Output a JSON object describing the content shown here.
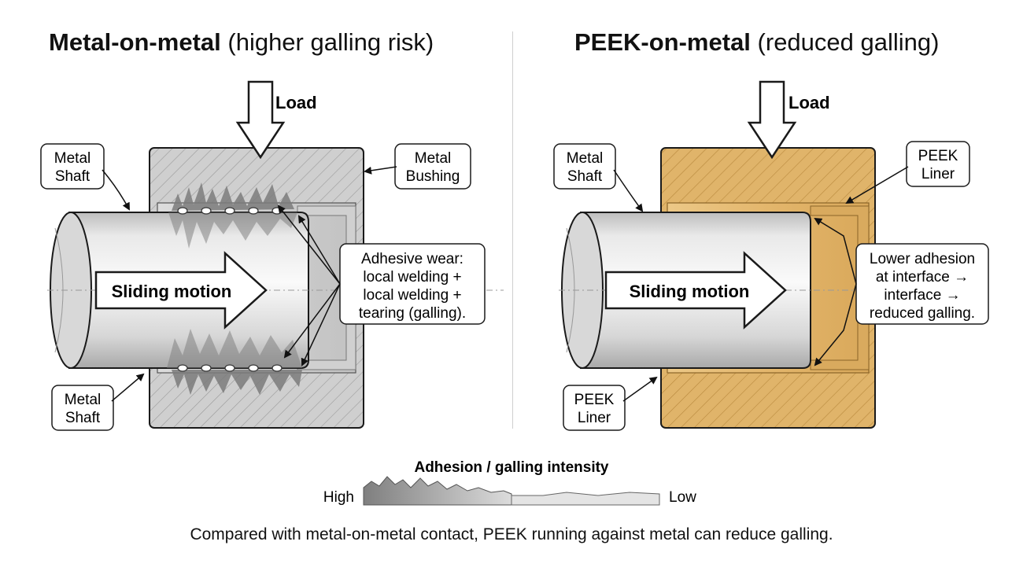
{
  "left_panel": {
    "title_bold": "Metal-on-metal",
    "title_rest": "(higher galling risk)",
    "load_label": "Load",
    "label_shaft_top": [
      "Metal",
      "Shaft"
    ],
    "label_bushing": [
      "Metal",
      "Bushing"
    ],
    "label_shaft_bottom": [
      "Metal",
      "Shaft"
    ],
    "motion_label": "Sliding motion",
    "callout": [
      "Adhesive wear:",
      "local welding +",
      "local welding +",
      "tearing (galling)."
    ]
  },
  "right_panel": {
    "title_bold": "PEEK-on-metal",
    "title_rest": "(reduced galling)",
    "load_label": "Load",
    "label_shaft_top": [
      "Metal",
      "Shaft"
    ],
    "label_liner_top": [
      "PEEK",
      "Liner"
    ],
    "label_liner_bottom": [
      "PEEK",
      "Liner"
    ],
    "motion_label": "Sliding motion",
    "callout": [
      "Lower adhesion",
      "at interface →",
      "interface →",
      "reduced galling."
    ]
  },
  "scale": {
    "title": "Adhesion / galling intensity",
    "high_label": "High",
    "low_label": "Low"
  },
  "footnote": "Compared with metal-on-metal contact, PEEK running against metal can reduce galling.",
  "colors": {
    "metal_light": "#e8e8e8",
    "metal_mid": "#c9c9c9",
    "metal_dark": "#8f8f8f",
    "peek": "#e0b46a",
    "peek_dark": "#b88a3c",
    "outline": "#1a1a1a"
  }
}
